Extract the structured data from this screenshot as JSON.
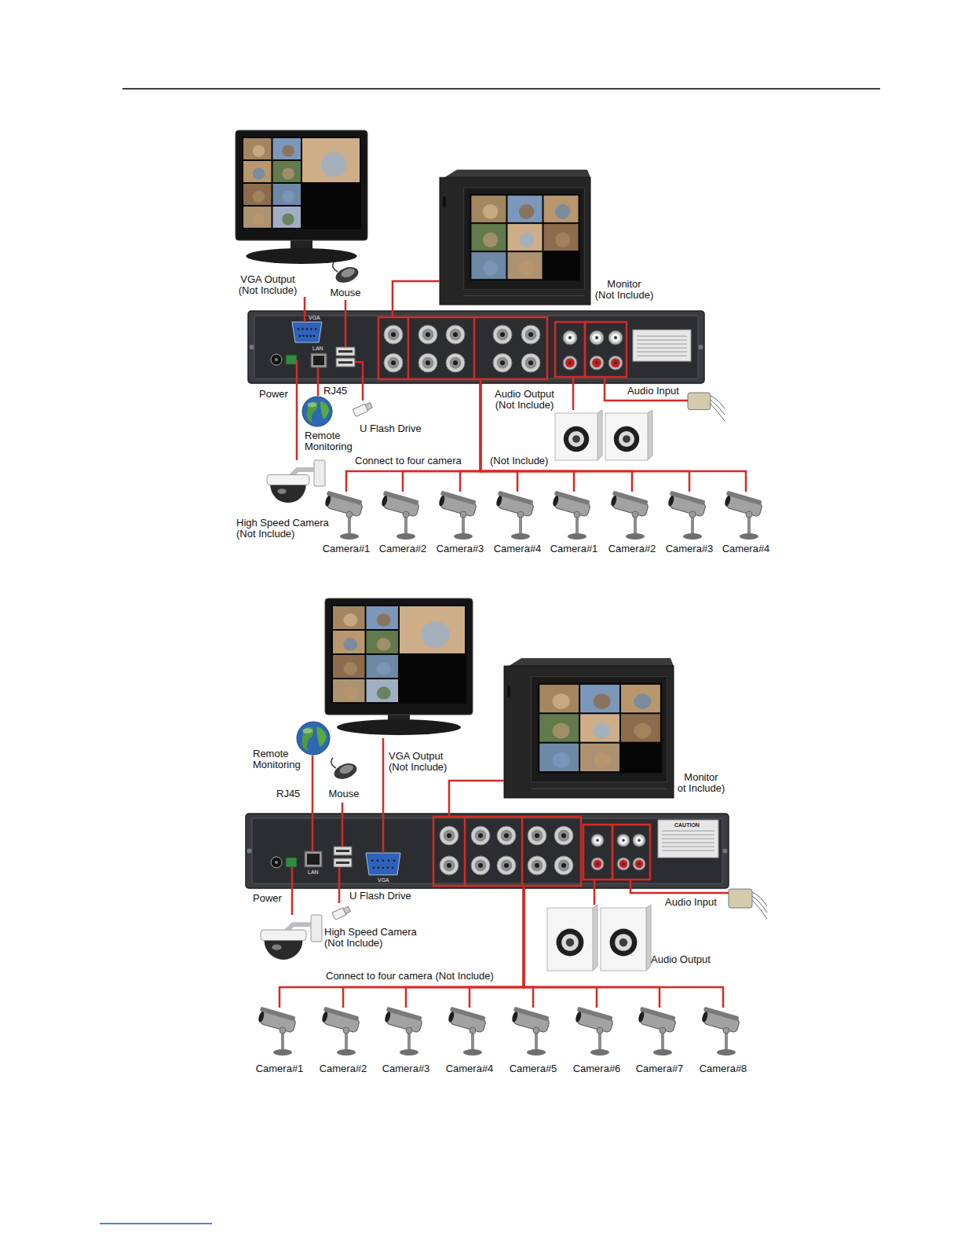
{
  "diagram": {
    "nodes": [
      {
        "text": [
          "VGA Output (Not Include)"
        ]
      },
      {
        "text": [
          "Mouse"
        ]
      },
      {
        "text": [
          "Monitor (Not Include)"
        ]
      },
      {
        "text": [
          "VGA",
          "LAN"
        ]
      },
      {
        "text": [
          "Remote Monitoring"
        ]
      },
      {
        "text": [
          "U Flash Drive"
        ]
      },
      {
        "text": [
          "Audio Output (Not Include)"
        ]
      },
      {
        "text": [
          "Audio Input"
        ]
      },
      {
        "text": [
          "High Speed Camera (Not Include)"
        ]
      },
      {
        "text": [
          "Camera#1"
        ]
      },
      {
        "text": [
          "Camera#2"
        ]
      },
      {
        "text": [
          "Camera#3"
        ]
      },
      {
        "text": [
          "Camera#4"
        ]
      },
      {
        "text": [
          "Camera#1"
        ]
      },
      {
        "text": [
          "Camera#2"
        ]
      },
      {
        "text": [
          "Camera#3"
        ]
      },
      {
        "text": [
          "Camera#4"
        ]
      },
      {
        "text": [
          "Remote Monitoring"
        ]
      },
      {
        "text": [
          "VGA Output (Not Include)"
        ]
      },
      {
        "text": [
          "Mouse"
        ]
      },
      {
        "text": [
          "Monitor ot Include)"
        ]
      },
      {
        "text": [
          "LAN",
          "VGA",
          "CAUTION"
        ]
      },
      {
        "text": [
          "U Flash Drive"
        ]
      },
      {
        "text": [
          "High Speed Camera (Not Include)"
        ]
      },
      {
        "text": [
          "Audio Output"
        ]
      },
      {
        "text": [
          "Audio Input"
        ]
      },
      {
        "text": [
          "Camera#1"
        ]
      },
      {
        "text": [
          "Camera#2"
        ]
      },
      {
        "text": [
          "Camera#3"
        ]
      },
      {
        "text": [
          "Camera#4"
        ]
      },
      {
        "text": [
          "Camera#5"
        ]
      },
      {
        "text": [
          "Camera#6"
        ]
      },
      {
        "text": [
          "Camera#7"
        ]
      },
      {
        "text": [
          "Camera#8"
        ]
      }
    ],
    "edges": [
      {
        "from": 3,
        "to": 0,
        "arrow": "none"
      },
      {
        "from": 3,
        "to": 1,
        "arrow": "none"
      },
      {
        "from": 3,
        "to": 2,
        "arrow": "none"
      },
      {
        "from": 3,
        "to": 4,
        "arrow": "none"
      },
      {
        "from": 3,
        "to": 5,
        "arrow": "none"
      },
      {
        "from": 3,
        "to": 6,
        "arrow": "none"
      },
      {
        "from": 3,
        "to": 7,
        "arrow": "none"
      },
      {
        "from": 3,
        "to": 8,
        "arrow": "none"
      },
      {
        "from": 3,
        "to": 9,
        "arrow": "none"
      },
      {
        "from": 3,
        "to": 10,
        "arrow": "none"
      },
      {
        "from": 3,
        "to": 11,
        "arrow": "none"
      },
      {
        "from": 3,
        "to": 12,
        "arrow": "none"
      },
      {
        "from": 3,
        "to": 13,
        "arrow": "none"
      },
      {
        "from": 3,
        "to": 14,
        "arrow": "none"
      },
      {
        "from": 3,
        "to": 15,
        "arrow": "none"
      },
      {
        "from": 3,
        "to": 16,
        "arrow": "none"
      },
      {
        "from": 21,
        "to": 18,
        "arrow": "none"
      },
      {
        "from": 21,
        "to": 17,
        "arrow": "none"
      },
      {
        "from": 21,
        "to": 19,
        "arrow": "none"
      },
      {
        "from": 21,
        "to": 20,
        "arrow": "none"
      },
      {
        "from": 21,
        "to": 22,
        "arrow": "none"
      },
      {
        "from": 21,
        "to": 23,
        "arrow": "none"
      },
      {
        "from": 21,
        "to": 24,
        "arrow": "none"
      },
      {
        "from": 21,
        "to": 25,
        "arrow": "none"
      },
      {
        "from": 21,
        "to": 26,
        "arrow": "none"
      },
      {
        "from": 21,
        "to": 27,
        "arrow": "none"
      },
      {
        "from": 21,
        "to": 28,
        "arrow": "none"
      },
      {
        "from": 21,
        "to": 29,
        "arrow": "none"
      },
      {
        "from": 21,
        "to": 30,
        "arrow": "none"
      },
      {
        "from": 21,
        "to": 31,
        "arrow": "none"
      },
      {
        "from": 21,
        "to": 32,
        "arrow": "none"
      },
      {
        "from": 21,
        "to": 33,
        "arrow": "none"
      }
    ],
    "labels": [
      "Power",
      "RJ45",
      "Connect to four camera",
      "(Not Include)",
      "RJ45",
      "Power",
      "Connect to four camera (Not Include)"
    ]
  }
}
